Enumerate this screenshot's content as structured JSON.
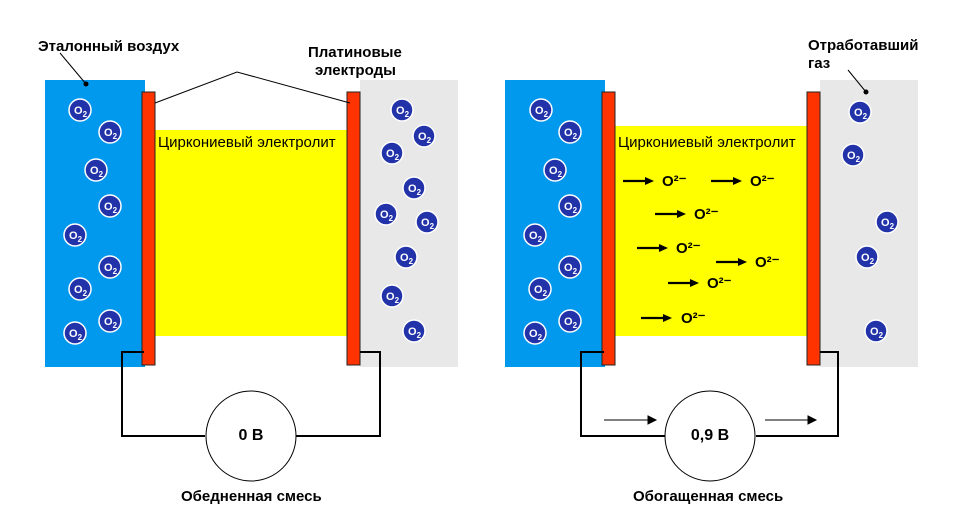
{
  "labels": {
    "reference_air": "Эталонный воздух",
    "platinum_electrodes_line1": "Платиновые",
    "platinum_electrodes_line2": "электроды",
    "exhaust_gas_line1": "Отработавший",
    "exhaust_gas_line2": "газ",
    "electrolyte": "Циркониевый электролит",
    "molecule": "O",
    "molecule_sub": "2",
    "ion": "O²⁻"
  },
  "left_cell": {
    "meter_value": "0 В",
    "caption": "Обедненная смесь"
  },
  "right_cell": {
    "meter_value": "0,9 В",
    "caption": "Обогащенная смесь"
  },
  "colors": {
    "reference_air": "#0099ee",
    "exhaust": "#e8e8e8",
    "electrolyte": "#ffff00",
    "electrode": "#ff3300",
    "molecule": "#2233aa"
  }
}
